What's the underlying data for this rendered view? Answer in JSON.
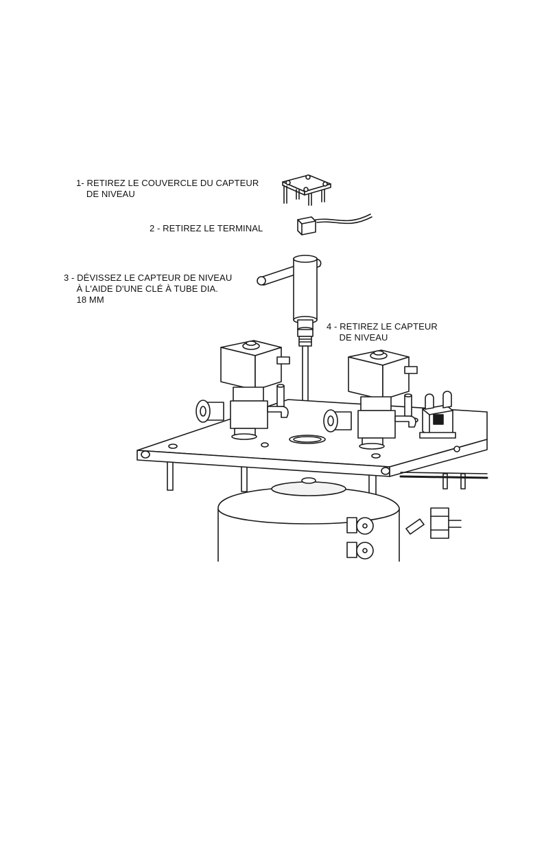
{
  "steps": [
    {
      "lines": [
        "1- RETIREZ LE COUVERCLE DU CAPTEUR",
        "    DE NIVEAU"
      ]
    },
    {
      "lines": [
        "2 - RETIREZ LE TERMINAL"
      ]
    },
    {
      "lines": [
        "3 - DÉVISSEZ LE CAPTEUR DE NIVEAU",
        "     À L'AIDE D'UNE CLÉ À TUBE DIA.",
        "     18 MM"
      ]
    },
    {
      "lines": [
        "4 - RETIREZ LE CAPTEUR",
        "     DE NIVEAU"
      ]
    }
  ],
  "colors": {
    "line": "#1a1a1a",
    "fill": "#ffffff",
    "shade": "#dcdcdc"
  }
}
